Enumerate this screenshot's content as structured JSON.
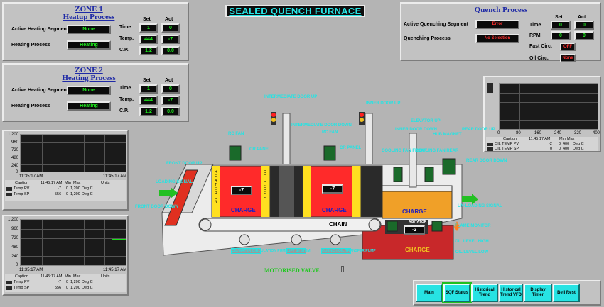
{
  "title": "SEALED QUENCH FURNACE",
  "zone1": {
    "title_l1": "ZONE 1",
    "title_l2": "Heatup Process",
    "seg_label": "Active Heating Segment",
    "seg_value": "None",
    "proc_label": "Heating Process",
    "proc_value": "Heating",
    "col_set": "Set",
    "col_act": "Act",
    "rows": [
      {
        "label": "Time",
        "set": "1",
        "act": "0"
      },
      {
        "label": "Temp.",
        "set": "444",
        "act": "-7"
      },
      {
        "label": "C.P.",
        "set": "1.2",
        "act": "0.0"
      }
    ]
  },
  "zone2": {
    "title_l1": "ZONE 2",
    "title_l2": "Heating Process",
    "seg_label": "Active Heating Segment",
    "seg_value": "None",
    "proc_label": "Heating Process",
    "proc_value": "Heating",
    "col_set": "Set",
    "col_act": "Act",
    "rows": [
      {
        "label": "Time",
        "set": "1",
        "act": "0"
      },
      {
        "label": "Temp.",
        "set": "444",
        "act": "-7"
      },
      {
        "label": "C.P.",
        "set": "1.2",
        "act": "0.0"
      }
    ]
  },
  "quench": {
    "title": "Quench Process",
    "seg_label": "Active Quenching Segment",
    "seg_value": "Error",
    "proc_label": "Quenching Process",
    "proc_value": "No Selection",
    "col_set": "Set",
    "col_act": "Act",
    "rows": [
      {
        "label": "Time",
        "set": "0",
        "act": "0"
      },
      {
        "label": "RPM",
        "set": "0",
        "act": "0"
      }
    ],
    "fast_label": "Fast Circ.",
    "fast_value": "OFF",
    "oil_label": "Oil Circ.",
    "oil_value": "None"
  },
  "trend_left_1": {
    "y_ticks": [
      "1,200",
      "960",
      "720",
      "480",
      "240",
      "0"
    ],
    "t_start": "11:35:17 AM",
    "t_end": "11:45:17 AM",
    "head": {
      "caption": "Caption",
      "time": "11:45:17 AM",
      "min": "Min",
      "max": "Max",
      "units": "Units"
    },
    "rows": [
      {
        "caption": "Temp PV",
        "value": "-7",
        "min": "0",
        "max": "1,200",
        "units": "Deg C"
      },
      {
        "caption": "Temp SP",
        "value": "556",
        "min": "0",
        "max": "1,200",
        "units": "Deg C"
      }
    ]
  },
  "trend_left_2": {
    "y_ticks": [
      "1,200",
      "960",
      "720",
      "480",
      "240",
      "0"
    ],
    "t_start": "11:35:17 AM",
    "t_end": "11:45:17 AM",
    "head": {
      "caption": "Caption",
      "time": "11:45:17 AM",
      "min": "Min",
      "max": "Max",
      "units": "Units"
    },
    "rows": [
      {
        "caption": "Temp PV",
        "value": "-7",
        "min": "0",
        "max": "1,200",
        "units": "Deg C"
      },
      {
        "caption": "Temp SP",
        "value": "556",
        "min": "0",
        "max": "1,200",
        "units": "Deg C"
      }
    ]
  },
  "trend_right": {
    "x_ticks": [
      "0",
      "80",
      "160",
      "240",
      "320",
      "400"
    ],
    "head": {
      "caption": "Caption",
      "time": "11:45:17 AM",
      "min": "Min",
      "max": "Max"
    },
    "rows": [
      {
        "caption": "OIL TEMP PV",
        "value": "-2",
        "min": "0",
        "max": "400",
        "units": "Deg C"
      },
      {
        "caption": "OIL TEMP SP",
        "value": "0",
        "min": "0",
        "max": "400",
        "units": "Deg C"
      }
    ]
  },
  "diagram": {
    "labels": {
      "int_door_up": "INTERMEDIATE DOOR UP",
      "int_door_down": "INTERMEDIATE DOOR DOWN",
      "inner_door_up": "INNER DOOR UP",
      "inner_door_down": "INNER DOOR DOWN",
      "elevator_up": "ELEVATOR UP",
      "hub_magnet": "HUB MAGNET",
      "rear_door_up": "REAR DOOR UP",
      "rear_door_down": "REAR DOOR DOWN",
      "rc_fan_1": "RC FAN",
      "rc_fan_2": "RC FAN",
      "cr_panel_1": "CR PANEL",
      "cr_panel_2": "CR PANEL",
      "cooling_fan_front": "COOLING FAN FRONT",
      "cooling_fan_rear": "COOLING FAN REAR",
      "front_door_up": "FRONT DOOR UP",
      "loading_signal": "LOADING SIGNAL",
      "front_door_down": "FRONT DOOR DOWN",
      "unloading_signal": "UN-LOADING SIGNAL",
      "flame_monitor": "FLAME MONITOR",
      "oil_level_high": "OIL LEVEL HIGH",
      "oil_level_low": "OIL LEVEL LOW",
      "chain": "CHAIN",
      "charge1": "CHARGE",
      "charge2": "CHARGE",
      "charge3": "CHARGE",
      "charge4": "CHARGE",
      "zone1_temp": "-7",
      "zone2_temp": "-7",
      "oil_temp": "-2",
      "agitator": "AGITATOR",
      "pump1": "OIL/WATER CIRCULATION PUMP",
      "pump2": "LIFT SYSTEM",
      "pump3": "QUENCH OIL TRANSFER PUMP",
      "motorised_valve": "MOTORISED VALVE",
      "heater_tag": "H E A T E R   O N",
      "cool_tag": "C O O L   O F F"
    }
  },
  "nav_buttons": [
    {
      "label": "Main"
    },
    {
      "label": "SQF Status"
    },
    {
      "label": "Historical Trend"
    },
    {
      "label": "Historical Trend VFD"
    },
    {
      "label": "Display Timer"
    },
    {
      "label": "Bell Rest"
    }
  ],
  "colors": {
    "accent_cyan": "#22e4e4",
    "furnace_red": "#ff2a2a",
    "charge_orange": "#f0a028",
    "oil_dark_red": "#c8282a",
    "panel_grey": "#c2c2c2"
  }
}
